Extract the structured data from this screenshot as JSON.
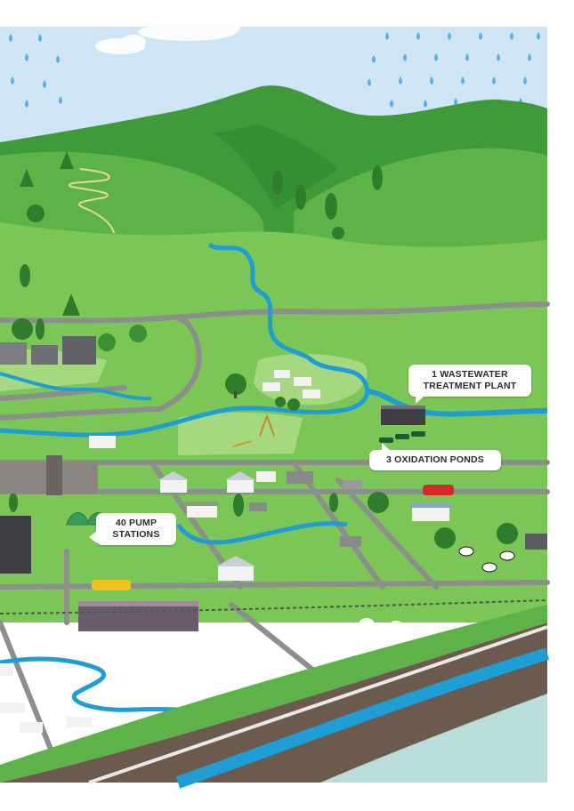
{
  "labels": {
    "wastewater_plant": [
      "1 WASTEWATER",
      "TREATMENT PLANT"
    ],
    "oxidation_ponds": "3 OXIDATION PONDS",
    "pump_stations": [
      "40 PUMP",
      "STATIONS"
    ]
  },
  "colors": {
    "sky": "#cfe5f5",
    "rain": "#55b3e3",
    "hill_dark": "#3f9a3a",
    "hill_mid": "#5db347",
    "field": "#7cc658",
    "field_light": "#a6d882",
    "road": "#8c8f8c",
    "river": "#1f9ed6",
    "sea": "#b9ddd9",
    "embankment": "#6b5a4d"
  }
}
